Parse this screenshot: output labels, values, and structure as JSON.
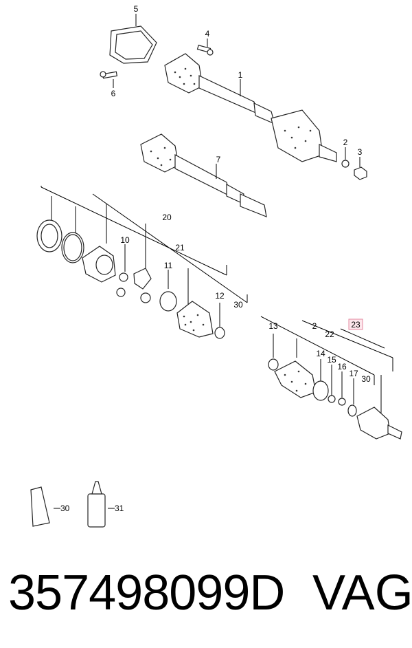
{
  "diagram": {
    "callouts": [
      "5",
      "4",
      "1",
      "6",
      "2",
      "3",
      "7",
      "20",
      "10",
      "21",
      "11",
      "12",
      "30",
      "23",
      "2",
      "22",
      "13",
      "14",
      "15",
      "16",
      "17",
      "30",
      "30",
      "31"
    ],
    "highlight_color": "#e48aa0"
  },
  "footer": {
    "part_number": "357498099D",
    "brand": "VAG"
  }
}
